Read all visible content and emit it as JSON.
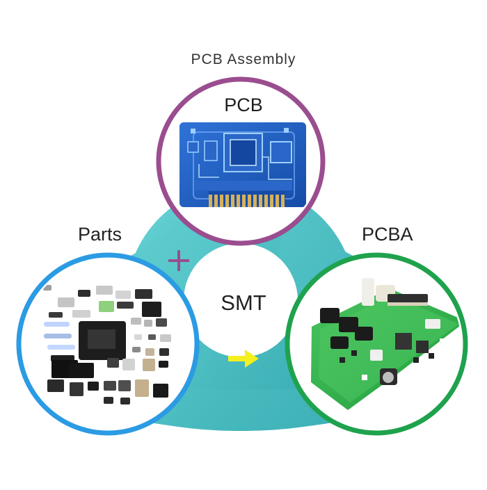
{
  "diagram": {
    "title": "PCB Assembly",
    "center_label": "SMT",
    "nodes": {
      "top": {
        "label": "PCB"
      },
      "left": {
        "label": "Parts"
      },
      "right": {
        "label": "PCBA"
      }
    },
    "operators": {
      "plus": "+"
    }
  },
  "colors": {
    "connector_teal": "#58c8ca",
    "top_ring": "#9a4d8f",
    "left_ring": "#2b9be3",
    "right_ring": "#1fa24d",
    "pcb_blue": "#1652b6",
    "pcba_green": "#34b64b",
    "arrow_yellow": "#f4ef1f",
    "plus_purple": "#9a4d8f"
  }
}
